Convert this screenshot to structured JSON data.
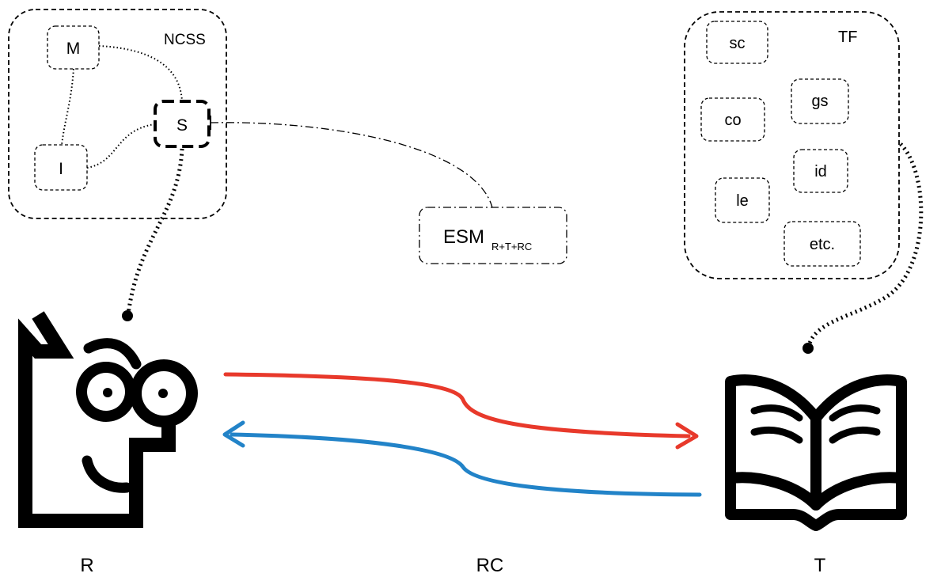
{
  "ncss": {
    "title": "NCSS",
    "nodes": {
      "m": "M",
      "s": "S",
      "i": "I"
    }
  },
  "tf": {
    "title": "TF",
    "items": {
      "sc": "sc",
      "gs": "gs",
      "co": "co",
      "id": "id",
      "le": "le",
      "etc": "etc."
    }
  },
  "esm": {
    "main": "ESM",
    "sub": "R+T+RC"
  },
  "labels": {
    "reader": "R",
    "relation": "RC",
    "text": "T"
  },
  "colors": {
    "forward_arrow": "#e8392b",
    "backward_arrow": "#2283c8",
    "ink": "#000000"
  }
}
